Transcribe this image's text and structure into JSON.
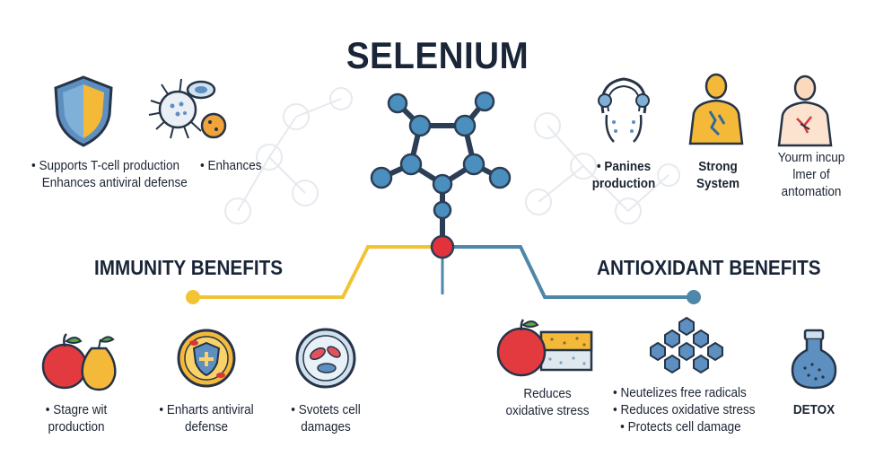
{
  "title": "SELENIUM",
  "colors": {
    "immunity_line": "#f2c335",
    "antioxidant_line": "#4f87a8",
    "center_node": "#e3323b",
    "molecule": "#4b8fbf",
    "text": "#1a2638"
  },
  "sections": {
    "immunity": "IMMUNITY BENEFITS",
    "antioxidant": "ANTIOXIDANT BENEFITS"
  },
  "immunity_top": [
    {
      "icon": "shield-icon",
      "lines": [
        "• Supports T-cell production",
        "Enhances antiviral defense"
      ]
    },
    {
      "icon": "immune-cell-icon",
      "lines": [
        "• Enhances"
      ]
    }
  ],
  "immunity_bottom": [
    {
      "icon": "fruit-icon",
      "lines": [
        "• Stagre wit",
        "production"
      ]
    },
    {
      "icon": "protected-cell-icon",
      "lines": [
        "• Enharts antiviral",
        "defense"
      ]
    },
    {
      "icon": "petri-dish-icon",
      "lines": [
        "• Svotets cell",
        "damages"
      ]
    }
  ],
  "antioxidant_top": [
    {
      "icon": "head-profile-icon",
      "lines": [
        "• Panines",
        "production"
      ]
    },
    {
      "icon": "body-system-icon",
      "lines": [
        "Strong",
        "System"
      ]
    },
    {
      "icon": "person-inflammation-icon",
      "lines": [
        "Yourm incup",
        "lmer of",
        "antomation"
      ]
    }
  ],
  "antioxidant_bottom": [
    {
      "icon": "apple-sponge-icon",
      "lines": [
        "Reduces",
        "oxidative stress"
      ]
    },
    {
      "icon": "hexagon-lattice-icon",
      "lines": [
        "• Neutelizes free radicals",
        "• Reduces oxidative stress",
        "• Protects cell damage"
      ]
    },
    {
      "icon": "detox-flask-icon",
      "lines": [
        "DETOX"
      ]
    }
  ]
}
